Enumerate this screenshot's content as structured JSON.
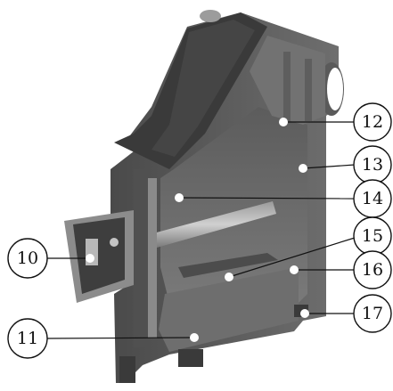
{
  "figure": {
    "description_free": true,
    "colors": {
      "background": "#ffffff",
      "callout_stroke": "#111111",
      "callout_fill": "#ffffff",
      "leader": "#111111",
      "marker": "#ffffff",
      "body_dark": "#3c3c3c",
      "body_mid": "#5a5a5a",
      "body_light": "#8a8a8a",
      "interior": "#6a6a6a",
      "metal": "#b8b8b8"
    }
  },
  "callouts": [
    {
      "label": "10"
    },
    {
      "label": "11"
    },
    {
      "label": "12"
    },
    {
      "label": "13"
    },
    {
      "label": "14"
    },
    {
      "label": "15"
    },
    {
      "label": "16"
    },
    {
      "label": "17"
    }
  ]
}
